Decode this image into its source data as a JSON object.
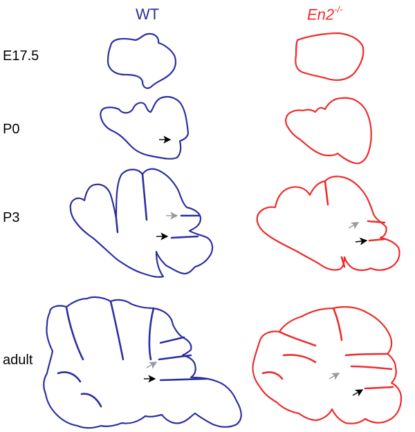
{
  "columns": {
    "wt": {
      "label": "WT",
      "color": "#2b2ea0"
    },
    "mutant": {
      "label": "En2",
      "superscript": "-/-",
      "color": "#ee2a2a"
    }
  },
  "rows": [
    {
      "label": "E17.5"
    },
    {
      "label": "P0"
    },
    {
      "label": "P3"
    },
    {
      "label": "adult"
    }
  ],
  "arrows": {
    "black": "#000000",
    "gray": "#999999"
  }
}
